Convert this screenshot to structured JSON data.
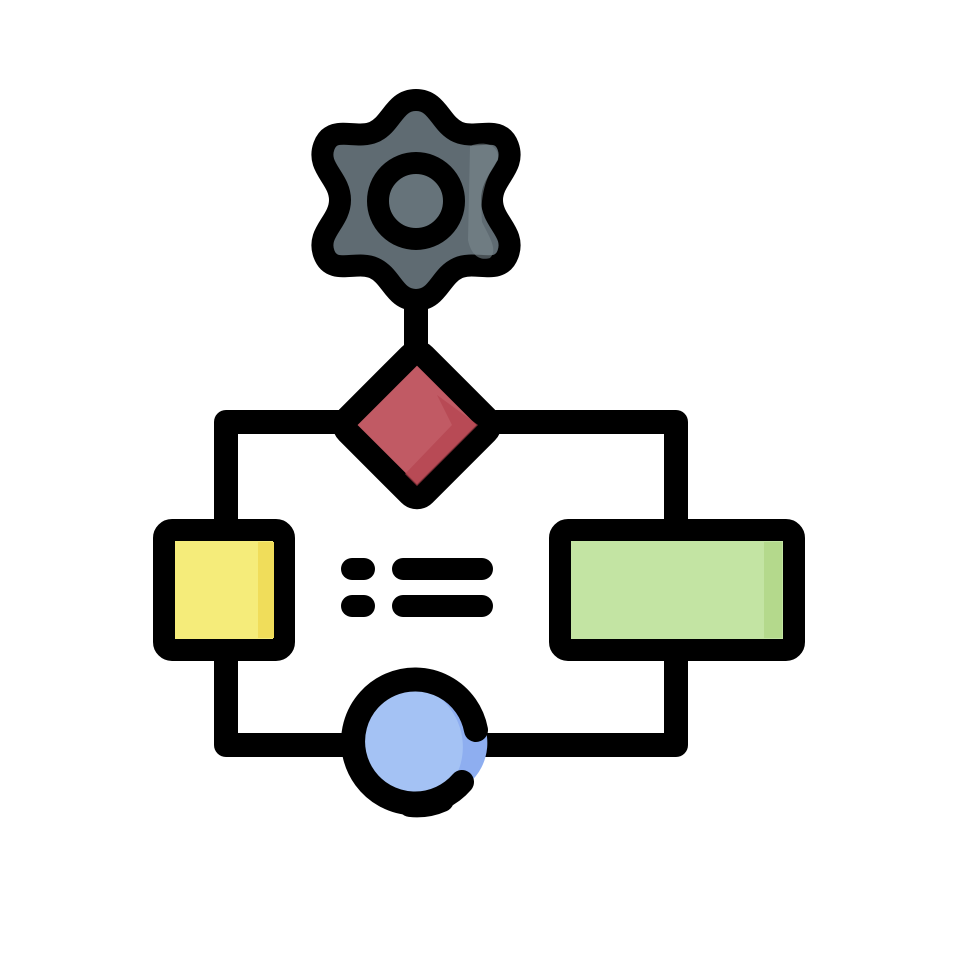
{
  "icon": {
    "name": "workflow-process-icon",
    "colors": {
      "outline": "#000000",
      "gear": "#5f6b72",
      "gear_shade": "#7a878e",
      "gear_hub": "#66737a",
      "diamond": "#c15a64",
      "diamond_shade": "#b4434f",
      "square": "#f5ec7a",
      "square_shade": "#f0dd5a",
      "rectangle": "#c3e4a3",
      "rectangle_shade": "#b4d98c",
      "circle": "#a4c2f4",
      "circle_shade": "#8eaef0",
      "background": "#ffffff"
    },
    "parts": [
      "gear-icon",
      "decision-diamond",
      "process-square",
      "process-rectangle",
      "terminal-circle",
      "list-lines"
    ]
  }
}
